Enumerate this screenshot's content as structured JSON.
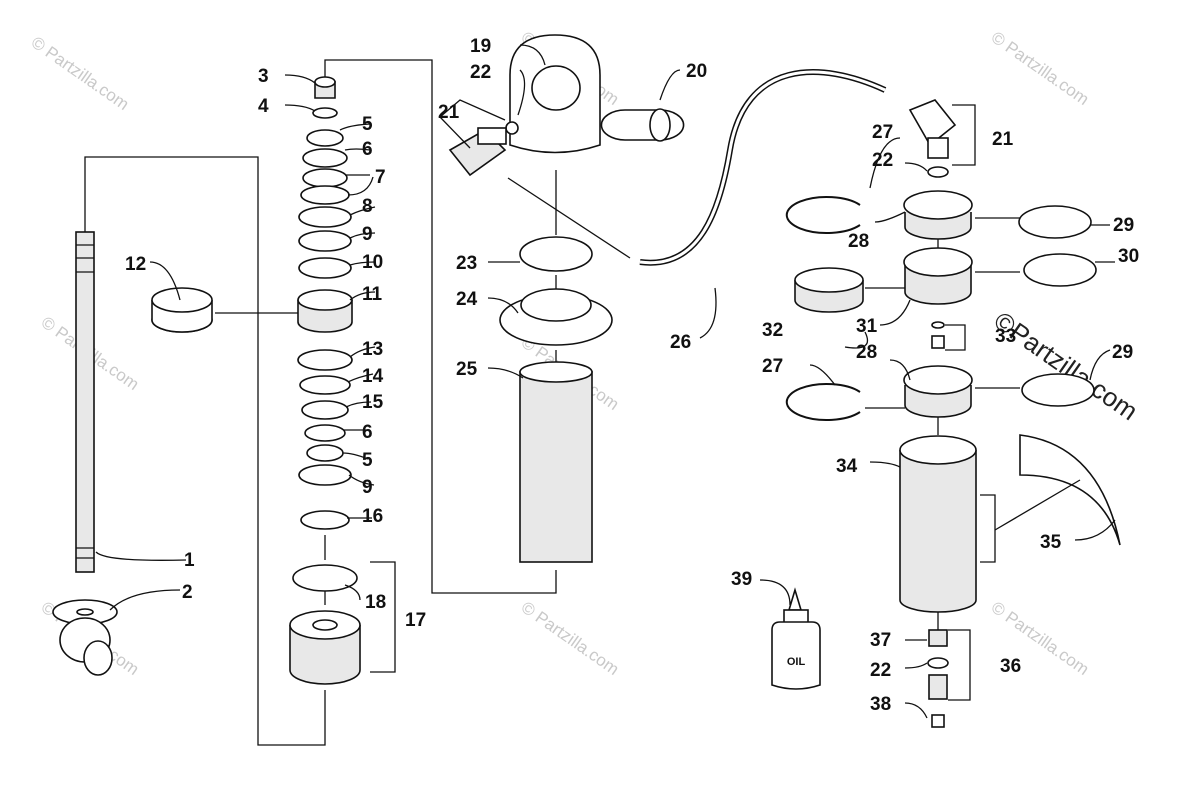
{
  "watermark": {
    "text": "© Partzilla.com",
    "large_text": "©Partzilla.com"
  },
  "labels": {
    "1": "1",
    "2": "2",
    "3": "3",
    "4": "4",
    "5": "5",
    "5b": "5",
    "6": "6",
    "6b": "6",
    "7": "7",
    "8": "8",
    "9": "9",
    "9b": "9",
    "10": "10",
    "11": "11",
    "12": "12",
    "13": "13",
    "14": "14",
    "15": "15",
    "16": "16",
    "17": "17",
    "18": "18",
    "19": "19",
    "20": "20",
    "21": "21",
    "21b": "21",
    "22": "22",
    "22b": "22",
    "22c": "22",
    "23": "23",
    "24": "24",
    "25": "25",
    "26": "26",
    "27": "27",
    "27b": "27",
    "28": "28",
    "28b": "28",
    "29": "29",
    "29b": "29",
    "30": "30",
    "31": "31",
    "32": "32",
    "33": "33",
    "34": "34",
    "35": "35",
    "36": "36",
    "37": "37",
    "38": "38",
    "39": "39"
  },
  "bottle_text": "OIL",
  "colors": {
    "line": "#111111",
    "watermark": "#c9c9c9"
  }
}
